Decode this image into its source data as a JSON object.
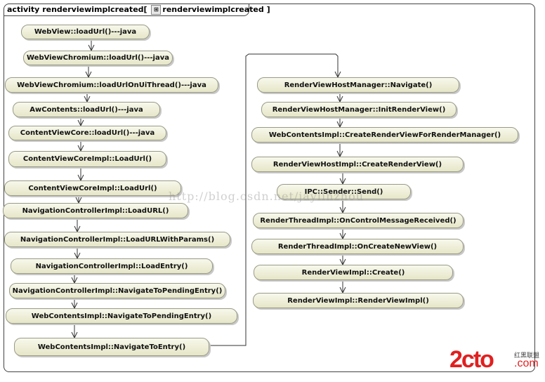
{
  "header": {
    "keyword": "activity",
    "name": "renderviewimplcreated",
    "bracket_open": "[",
    "ref_name": "renderviewimplcreated",
    "bracket_close": "]",
    "icon": "activity-diagram-icon"
  },
  "left_nodes": [
    "WebView::loadUrl()---java",
    "WebViewChromium::loadUrl()---java",
    "WebViewChromium::loadUrlOnUiThread()---java",
    "AwContents::loadUrl()---java",
    "ContentViewCore::loadUrl()---java",
    "ContentViewCoreImpl::LoadUrl()",
    "ContentViewCoreImpl::LoadUrl()",
    "NavigationControllerImpl::LoadURL()",
    "NavigationControllerImpl::LoadURLWithParams()",
    "NavigationControllerImpl::LoadEntry()",
    "NavigationControllerImpl::NavigateToPendingEntry()",
    "WebContentsImpl::NavigateToPendingEntry()",
    "WebContentsImpl::NavigateToEntry()"
  ],
  "right_nodes": [
    "RenderViewHostManager::Navigate()",
    "RenderViewHostManager::InitRenderView()",
    "WebContentsImpl::CreateRenderViewForRenderManager()",
    "RenderViewHostImpl::CreateRenderView()",
    "IPC::Sender::Send()",
    "RenderThreadImpl::OnControlMessageReceived()",
    "RenderThreadImpl::OnCreateNewView()",
    "RenderViewImpl::Create()",
    "RenderViewImpl::RenderViewImpl()"
  ],
  "watermark": "http://blog.csdn.net/jaylinzhou",
  "logo": {
    "main": "2cto",
    "chinese": "红黑联盟",
    "suffix": ".com",
    "color": "#e02020"
  }
}
